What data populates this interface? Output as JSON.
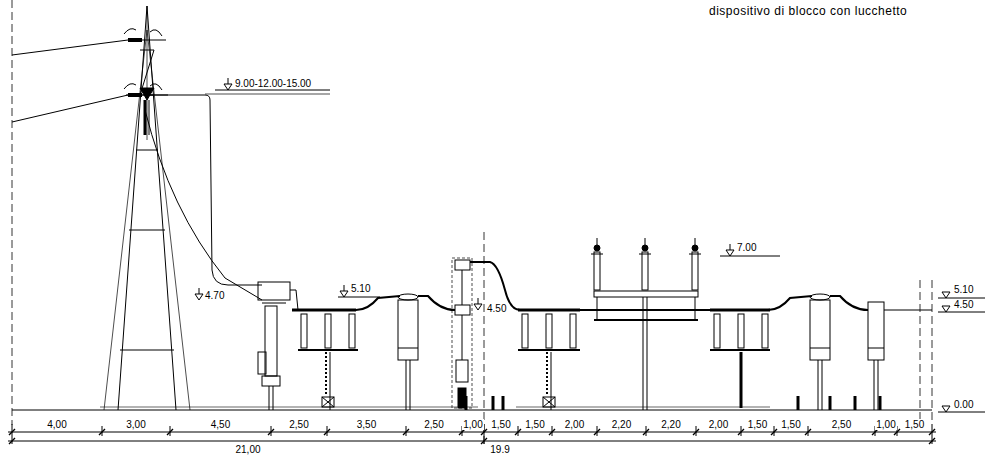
{
  "diagram": {
    "labels": [
      "dispositivo di blocco con lucchetto",
      "9.00-12.00-15.00",
      "4.70",
      "5.10",
      "4.50",
      "7.00",
      "5.10",
      "4.50",
      "0.00",
      "4,00",
      "3,00",
      "4,50",
      "2,50",
      "3,50",
      "2,50",
      "1,00",
      "1,50",
      "1,50",
      "2,00",
      "2,20",
      "2,20",
      "2,00",
      "1,50",
      "1,50",
      "2,50",
      "1,00",
      "1,50",
      "21,00",
      "19.9"
    ]
  }
}
